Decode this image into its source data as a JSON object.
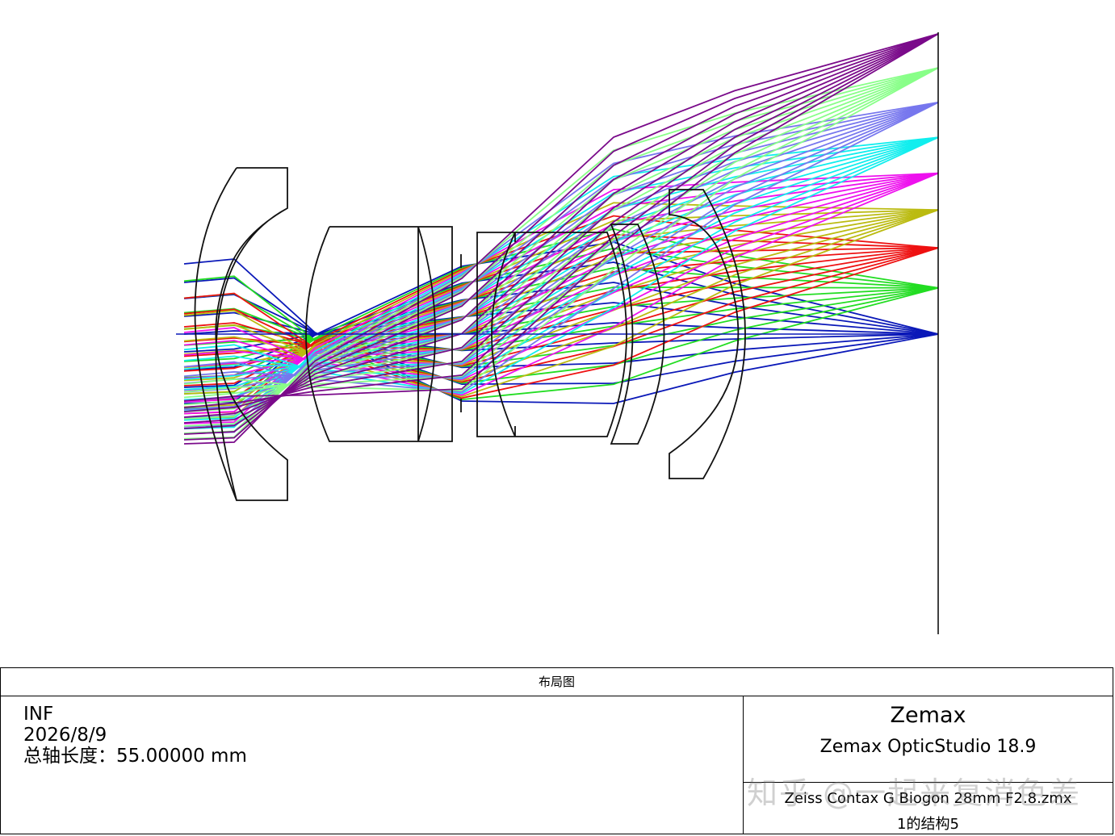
{
  "layout": {
    "optical_axis_color": "#0a18b8",
    "element_outline_color": "#111111",
    "ray_colors": [
      "#0a18b8",
      "#22dd22",
      "#ee1111",
      "#bbbb11",
      "#ee11ee",
      "#11eeee",
      "#7777ee",
      "#88ff88",
      "#7a0a8a"
    ],
    "field_count": 9
  },
  "title_block": {
    "title": "布局图",
    "wavelength_note": "INF",
    "date": "2026/8/9",
    "total_length_label": "总轴长度：",
    "total_length_value": "55.00000 mm",
    "brand": "Zemax",
    "version": "Zemax OpticStudio 18.9",
    "file_name": "Zeiss Contax G Biogon 28mm F2.8.zmx",
    "configuration": "1的结构5"
  },
  "watermark": "知乎 @一起来复消色差"
}
